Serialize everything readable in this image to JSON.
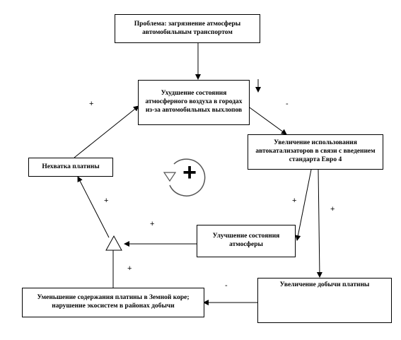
{
  "boxes": {
    "problem": "Проблема: загрязнение атмосферы автомобильным транспортом",
    "worsening": "Ухудшение состояния атмосферного воздуха в городах из-за автомобильных выхлопов",
    "catalysts": "Увеличение использования автокатализаторов в связи с введением стандарта Евро 4",
    "shortage": "Нехватка платины",
    "improvement": "Улучшение состояния атмосферы",
    "mining": "Увеличение добычи платины",
    "reduction": "Уменьшение содержания платины в Земной коре; нарушение экосистем в районах добычи"
  },
  "signs": {
    "shortage_to_worsening": "+",
    "worsening_to_catalysts": "-",
    "catalysts_to_improvement": "+",
    "catalysts_to_mining": "+",
    "improvement_to_junction": "+",
    "junction_to_shortage": "+",
    "reduction_to_junction": "+",
    "mining_to_reduction": "-"
  },
  "loop_symbol": "+"
}
